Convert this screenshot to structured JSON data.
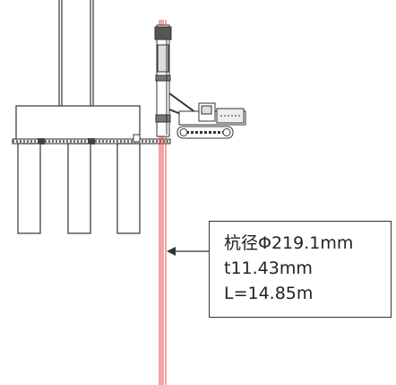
{
  "pile_callout": {
    "diameter_label": "杭径Φ219.1mm",
    "thickness_label": "t11.43mm",
    "length_label": "L=14.85m"
  },
  "colors": {
    "line": "#333333",
    "pile_red": "#e34848",
    "background": "#ffffff"
  },
  "icons": {
    "drilling_rig": "crawler-pile-driver-icon"
  }
}
